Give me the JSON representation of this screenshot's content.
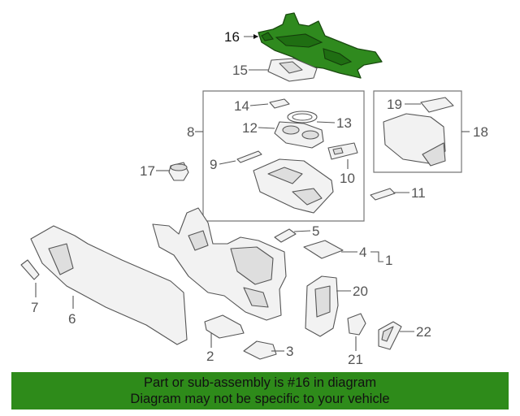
{
  "diagram": {
    "callouts": {
      "c1": "1",
      "c2": "2",
      "c3": "3",
      "c4": "4",
      "c5": "5",
      "c6": "6",
      "c7": "7",
      "c8": "8",
      "c9": "9",
      "c10": "10",
      "c11": "11",
      "c12": "12",
      "c13": "13",
      "c14": "14",
      "c15": "15",
      "c16": "16",
      "c17": "17",
      "c18": "18",
      "c19": "19",
      "c20": "20",
      "c21": "21",
      "c22": "22"
    },
    "highlighted_part": "16",
    "colors": {
      "highlight": "#2f8a1e",
      "banner": "#2e8b1a",
      "line": "#555555"
    }
  },
  "banner": {
    "line1": "Part or sub-assembly is #16 in diagram",
    "line2": "Diagram may not be specific to your vehicle"
  }
}
